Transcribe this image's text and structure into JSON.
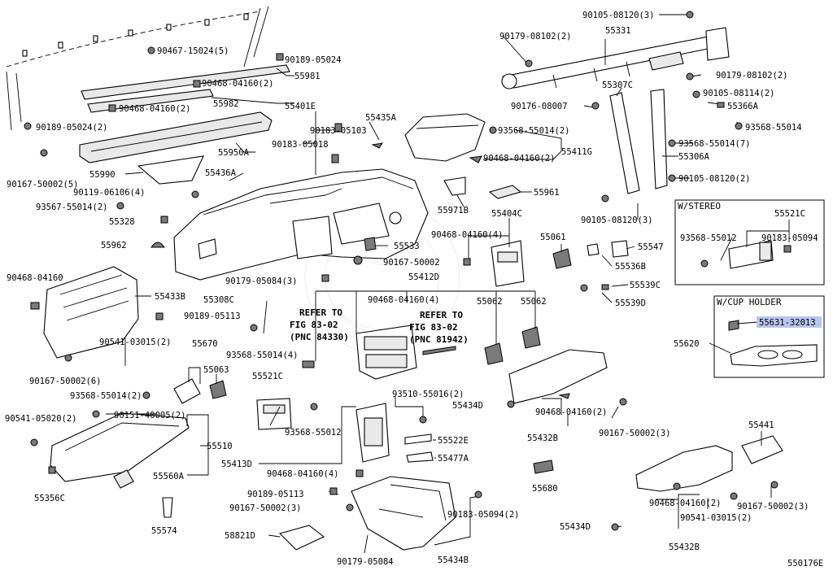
{
  "diagram": {
    "corner_code": "550176E",
    "boxes": {
      "stereo": "W/STEREO",
      "cup_holder": "W/CUP HOLDER"
    },
    "highlight_color": "#b8c6ee",
    "refer_notes": [
      {
        "lines": [
          "REFER TO",
          "FIG 83-02",
          "(PNC 84330)"
        ]
      },
      {
        "lines": [
          "REFER TO",
          "FIG 83-02",
          "(PNC 81942)"
        ]
      }
    ],
    "labels": [
      {
        "text": "90467-15024(5)"
      },
      {
        "text": "90189-05024"
      },
      {
        "text": "90468-04160(2)"
      },
      {
        "text": "55981"
      },
      {
        "text": "90468-04160(2)"
      },
      {
        "text": "55982"
      },
      {
        "text": "90189-05024(2)"
      },
      {
        "text": "55950A"
      },
      {
        "text": "90167-50002(5)"
      },
      {
        "text": "55990"
      },
      {
        "text": "55436A"
      },
      {
        "text": "90119-06106(4)"
      },
      {
        "text": "93567-55014(2)"
      },
      {
        "text": "55328"
      },
      {
        "text": "55962"
      },
      {
        "text": "55401E"
      },
      {
        "text": "90183-05103"
      },
      {
        "text": "90183-05018"
      },
      {
        "text": "55435A"
      },
      {
        "text": "55533"
      },
      {
        "text": "90167-50002"
      },
      {
        "text": "90179-05084(3)"
      },
      {
        "text": "90468-04160"
      },
      {
        "text": "55433B"
      },
      {
        "text": "90189-05113"
      },
      {
        "text": "90541-03015(2)"
      },
      {
        "text": "90167-50002(6)"
      },
      {
        "text": "55308C"
      },
      {
        "text": "93568-55014(4)"
      },
      {
        "text": "55670"
      },
      {
        "text": "55063"
      },
      {
        "text": "93568-55014(2)"
      },
      {
        "text": "90541-05020(2)"
      },
      {
        "text": "90151-40005(2)"
      },
      {
        "text": "55510"
      },
      {
        "text": "55560A"
      },
      {
        "text": "55356C"
      },
      {
        "text": "55574"
      },
      {
        "text": "55521C"
      },
      {
        "text": "93568-55012"
      },
      {
        "text": "55412D"
      },
      {
        "text": "90468-04160(4)"
      },
      {
        "text": "55062"
      },
      {
        "text": "55062"
      },
      {
        "text": "93510-55016(2)"
      },
      {
        "text": "55434D"
      },
      {
        "text": "55522E"
      },
      {
        "text": "55413D"
      },
      {
        "text": "90468-04160(4)"
      },
      {
        "text": "55477A"
      },
      {
        "text": "90189-05113"
      },
      {
        "text": "90167-50002(3)"
      },
      {
        "text": "58821D"
      },
      {
        "text": "90179-05084"
      },
      {
        "text": "90183-05094(2)"
      },
      {
        "text": "55434B"
      },
      {
        "text": "90105-08120(3)"
      },
      {
        "text": "90179-08102(2)"
      },
      {
        "text": "55331"
      },
      {
        "text": "90179-08102(2)"
      },
      {
        "text": "55307C"
      },
      {
        "text": "90105-08114(2)"
      },
      {
        "text": "90176-08007"
      },
      {
        "text": "55366A"
      },
      {
        "text": "93568-55014(2)"
      },
      {
        "text": "93568-55014"
      },
      {
        "text": "90468-04160(2)"
      },
      {
        "text": "55411G"
      },
      {
        "text": "93568-55014(7)"
      },
      {
        "text": "55306A"
      },
      {
        "text": "90105-08120(2)"
      },
      {
        "text": "55961"
      },
      {
        "text": "55971B"
      },
      {
        "text": "55404C"
      },
      {
        "text": "90105-08120(3)"
      },
      {
        "text": "90468-04160(4)"
      },
      {
        "text": "55061"
      },
      {
        "text": "55547"
      },
      {
        "text": "55536B"
      },
      {
        "text": "55539C"
      },
      {
        "text": "55539D"
      },
      {
        "text": "55521C"
      },
      {
        "text": "93568-55012"
      },
      {
        "text": "90183-05094"
      },
      {
        "text": "55631-32013"
      },
      {
        "text": "55620"
      },
      {
        "text": "90468-04160(2)"
      },
      {
        "text": "90167-50002(3)"
      },
      {
        "text": "55432B"
      },
      {
        "text": "55680"
      },
      {
        "text": "55441"
      },
      {
        "text": "90468-04160(2)"
      },
      {
        "text": "90167-50002(3)"
      },
      {
        "text": "90541-03015(2)"
      },
      {
        "text": "55434D"
      },
      {
        "text": "55432B"
      }
    ]
  }
}
